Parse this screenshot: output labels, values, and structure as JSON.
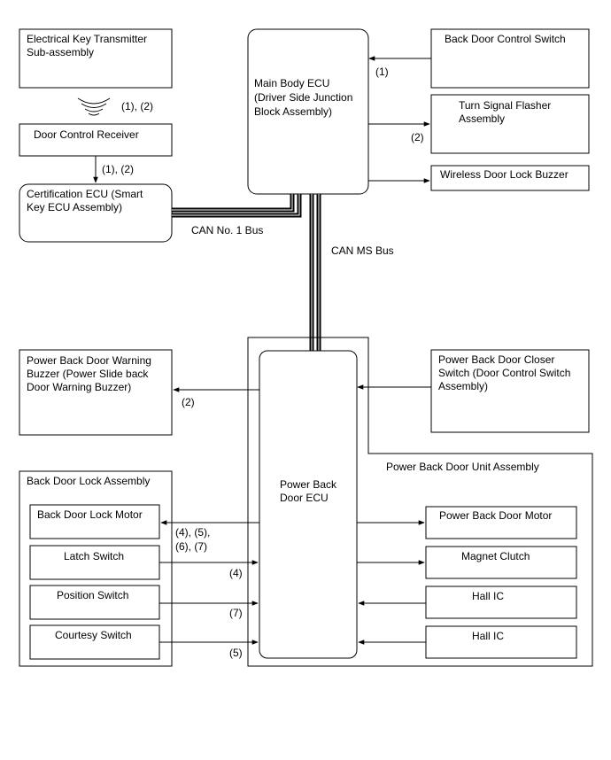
{
  "blocks": {
    "key_transmitter": [
      "Electrical Key Transmitter",
      "Sub-assembly"
    ],
    "door_control_receiver": [
      "Door Control Receiver"
    ],
    "certification_ecu": [
      "Certification ECU (Smart",
      "Key ECU Assembly)"
    ],
    "main_body_ecu": [
      "Main Body ECU",
      "(Driver Side Junction",
      "Block Assembly)"
    ],
    "back_door_control_switch": [
      "Back Door Control Switch"
    ],
    "turn_signal_flasher": [
      "Turn Signal Flasher",
      "Assembly"
    ],
    "wireless_door_lock_buzzer": [
      "Wireless Door Lock Buzzer"
    ],
    "power_back_door_warning_buzzer": [
      "Power Back Door Warning",
      "Buzzer (Power Slide back",
      "Door Warning Buzzer)"
    ],
    "power_back_door_closer_switch": [
      "Power Back Door Closer",
      "Switch (Door Control Switch",
      "Assembly)"
    ],
    "power_back_door_unit_assembly": "Power Back Door Unit Assembly",
    "power_back_door_ecu": [
      "Power Back",
      "Door ECU"
    ],
    "back_door_lock_assembly": "Back Door Lock Assembly",
    "back_door_lock_motor": "Back Door Lock Motor",
    "latch_switch": "Latch Switch",
    "position_switch": "Position Switch",
    "courtesy_switch": "Courtesy Switch",
    "power_back_door_motor": "Power Back Door Motor",
    "magnet_clutch": "Magnet Clutch",
    "hall_ic_1": "Hall IC",
    "hall_ic_2": "Hall IC"
  },
  "labels": {
    "wireless_signal": "(1), (2)",
    "receiver_to_cert": "(1), (2)",
    "back_door_switch_signal": "(1)",
    "turn_signal": "(2)",
    "warning_buzzer": "(2)",
    "lock_motor": [
      "(4), (5),",
      "(6), (7)"
    ],
    "latch": "(4)",
    "position": "(7)",
    "courtesy": "(5)",
    "can_no1_bus": "CAN No. 1 Bus",
    "can_ms_bus": "CAN MS Bus"
  }
}
